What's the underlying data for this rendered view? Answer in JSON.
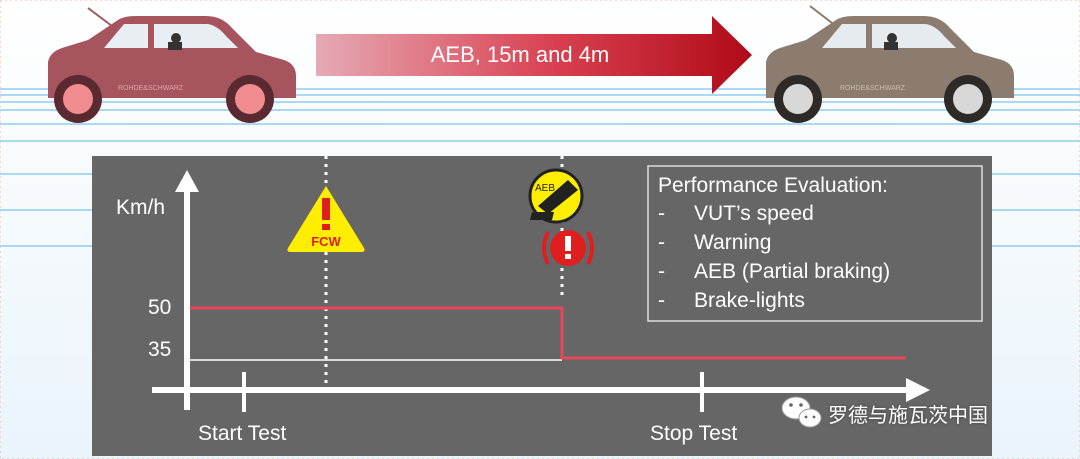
{
  "banner": {
    "label": "AEB, 15m and 4m"
  },
  "chart": {
    "y_axis_label": "Km/h",
    "y_ticks": [
      "50",
      "35"
    ],
    "x_events": [
      "Start Test",
      "Stop Test"
    ],
    "fcw_badge": "FCW",
    "aeb_badge": "AEB"
  },
  "evaluation": {
    "title": "Performance Evaluation:",
    "items": [
      {
        "dash": "-",
        "text": "VUT’s speed"
      },
      {
        "dash": "-",
        "text": "Warning"
      },
      {
        "dash": "-",
        "text": "AEB (Partial braking)"
      },
      {
        "dash": "-",
        "text": "Brake-lights"
      }
    ]
  },
  "brand": {
    "car_logo": "ROHDE&SCHWARZ"
  },
  "watermark": {
    "text": "罗德与施瓦茨中国"
  },
  "colors": {
    "panel": "#666666",
    "speed_line": "#e8475a",
    "arrow_dark": "#c0101e",
    "warning_yellow": "#ffee00",
    "brake_red": "#e01e1e"
  }
}
